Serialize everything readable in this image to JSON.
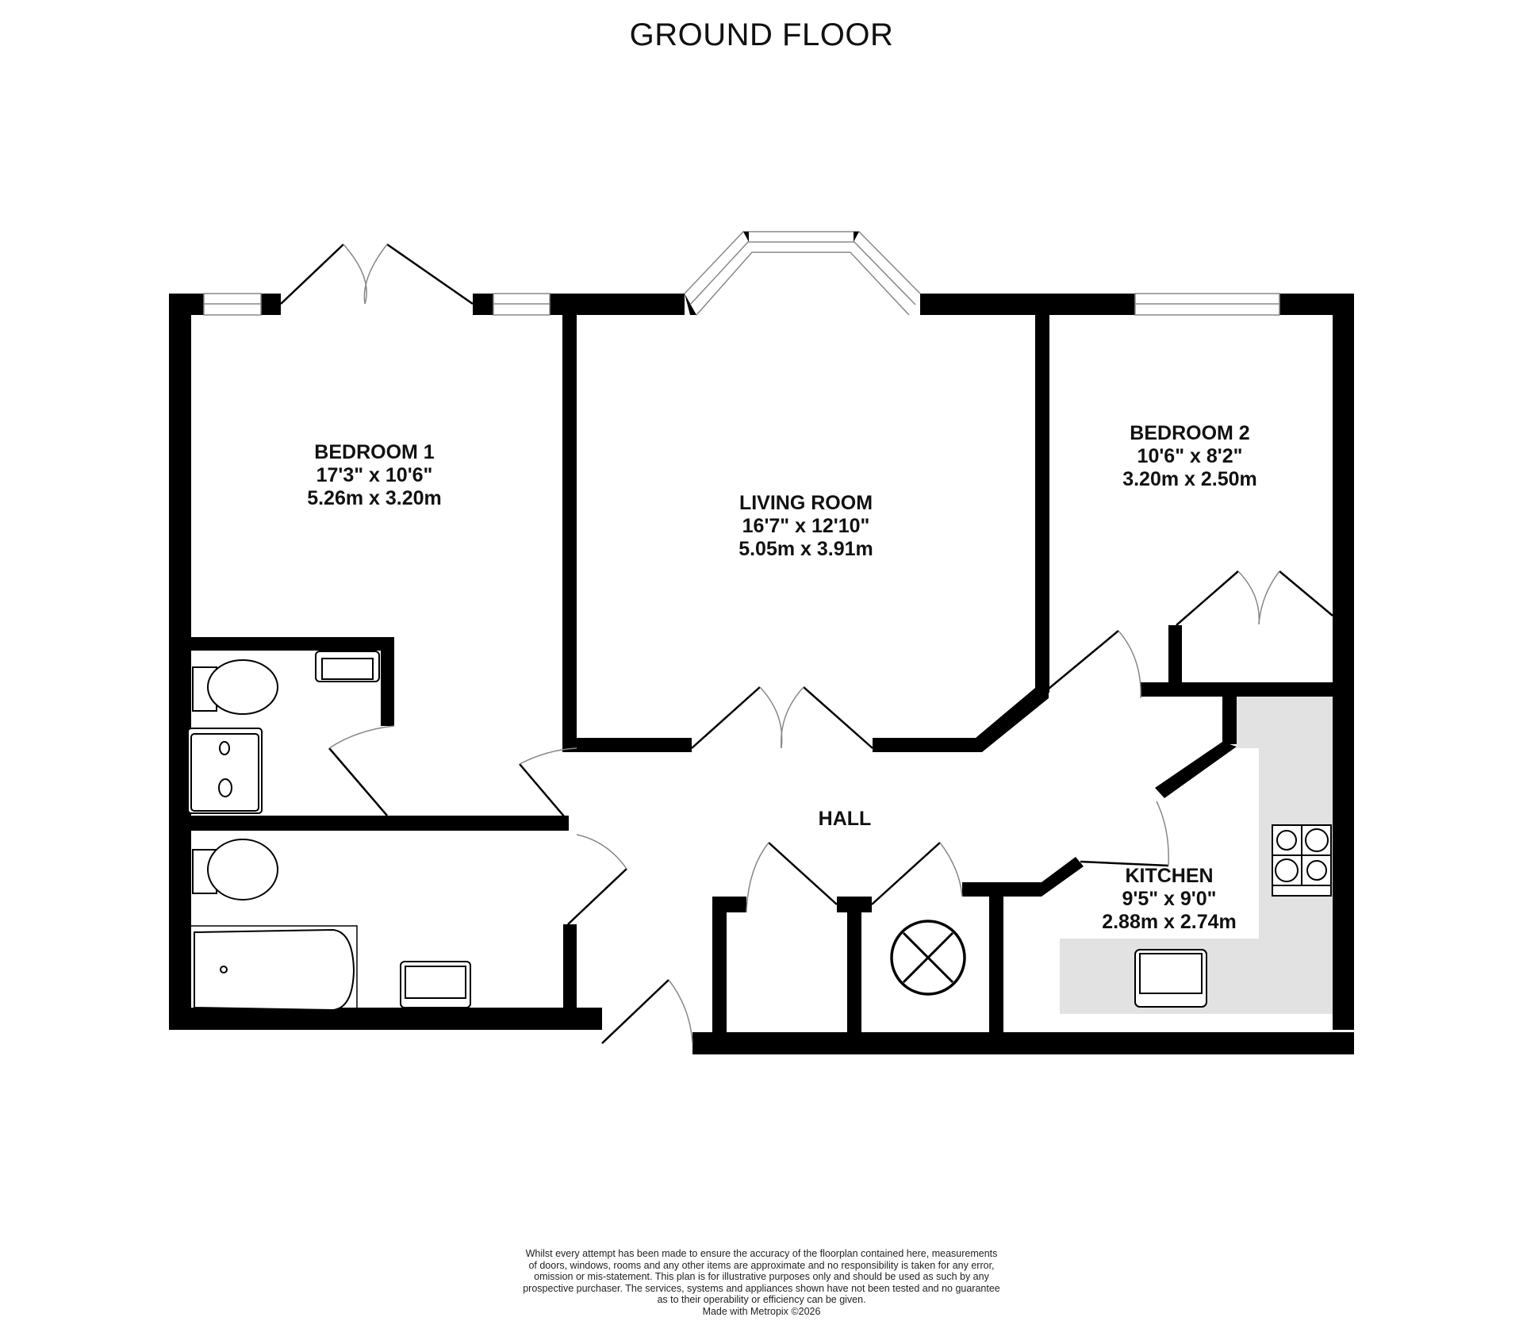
{
  "title": "GROUND FLOOR",
  "colors": {
    "wall": "#000000",
    "worktop": "#e2e2e2",
    "window": "#888888",
    "background": "#ffffff"
  },
  "rooms": [
    {
      "name": "BEDROOM 1",
      "imperial": "17'3\"  x 10'6\"",
      "metric": "5.26m  x 3.20m"
    },
    {
      "name": "LIVING ROOM",
      "imperial": "16'7\"  x 12'10\"",
      "metric": "5.05m  x 3.91m"
    },
    {
      "name": "BEDROOM 2",
      "imperial": "10'6\"  x 8'2\"",
      "metric": "3.20m  x 2.50m"
    },
    {
      "name": "HALL"
    },
    {
      "name": "KITCHEN",
      "imperial": "9'5\"  x 9'0\"",
      "metric": "2.88m  x 2.74m"
    }
  ],
  "fixtures": [
    "toilet",
    "washbasin",
    "shower",
    "bath",
    "hob",
    "sink",
    "boiler-cupboard"
  ],
  "disclaimer": {
    "lines": [
      "Whilst every attempt has been made to ensure the accuracy of the floorplan contained here, measurements",
      "of doors, windows, rooms and any other items are approximate and no responsibility is taken for any error,",
      "omission or mis-statement. This plan is for illustrative purposes only and should be used as such by any",
      "prospective purchaser. The services, systems and appliances shown have not been tested and no guarantee",
      "as to their operability or efficiency can be given."
    ],
    "credit": "Made with Metropix ©2026"
  }
}
